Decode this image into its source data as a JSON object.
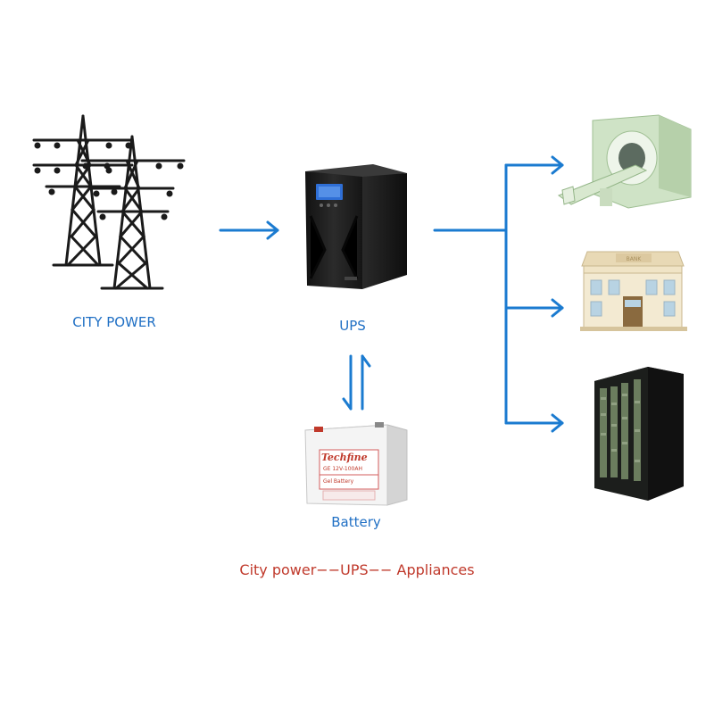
{
  "labels": {
    "city_power": "CITY POWER",
    "ups": "UPS",
    "battery": "Battery",
    "caption": "City power−−UPS−− Appliances"
  },
  "battery_brand": {
    "name": "Techfine",
    "model": "GE 12V-100AH",
    "type": "Gel Battery"
  },
  "bank_sign": "BANK",
  "colors": {
    "flow_arrow": "#1b7bd0",
    "label_text": "#1f6fc4",
    "caption_text": "#c0392b",
    "ups_body": "#1c1c1c",
    "ups_screen": "#2f6fd6"
  },
  "icons": [
    "transmission-tower-icon",
    "ups-unit-icon",
    "battery-icon",
    "ct-scanner-icon",
    "bank-building-icon",
    "server-rack-icon"
  ]
}
